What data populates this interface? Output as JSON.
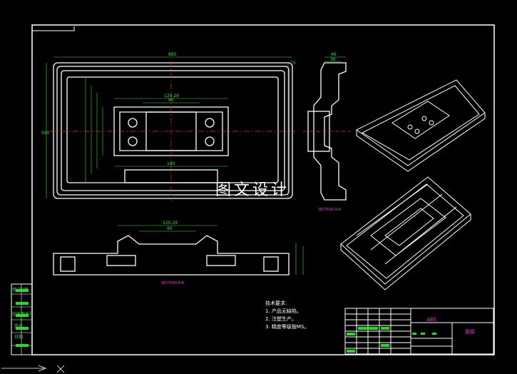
{
  "drawing": {
    "watermark": "图文设计",
    "material": "ABS",
    "part_name": "面板",
    "notes_title": "技术要求:",
    "notes": [
      "1. 产品无缺陷。",
      "2. 注塑生产。",
      "3. 精度等级按MS。"
    ],
    "section_label_bb": "SECTION B-B",
    "section_label_aa": "SECTION A-A",
    "dims": {
      "width": "885",
      "inner_top": "120.29",
      "inner_mid": "90",
      "inner_bottom": "180",
      "height": "560",
      "side_top": "46",
      "side_sub": "36",
      "corner": "25",
      "section_b_top": "120.29",
      "section_b_mid": "90"
    },
    "side_labels": [
      "借(通)用",
      "旧底图总号",
      "签名",
      "日期"
    ]
  }
}
